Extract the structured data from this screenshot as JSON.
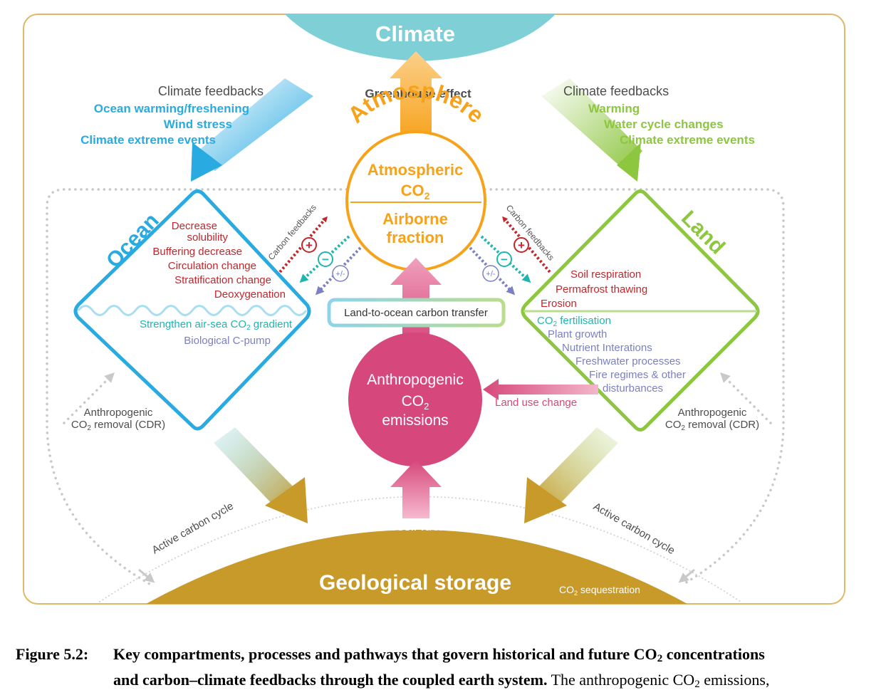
{
  "climate": {
    "title": "Climate"
  },
  "greenhouse": "Greenhouse effect",
  "atmosphere": {
    "arc_label": "Atmosphere",
    "co2_line1": "Atmospheric",
    "co2_line2": "CO",
    "co2_sub": "2",
    "airborne_line1": "Airborne",
    "airborne_line2": "fraction"
  },
  "feedbacks_left": {
    "heading": "Climate feedbacks",
    "items": [
      "Ocean warming/freshening",
      "Wind stress",
      "Climate extreme events"
    ]
  },
  "feedbacks_right": {
    "heading": "Climate feedbacks",
    "items": [
      "Warming",
      "Water cycle changes",
      "Climate extreme events"
    ]
  },
  "ocean": {
    "title": "Ocean",
    "red_items": [
      "Decrease",
      "solubility",
      "Buffering decrease",
      "Circulation change",
      "Stratification change",
      "Deoxygenation"
    ],
    "gradient_prefix": "Strengthen air-sea CO",
    "gradient_sub": "2",
    "gradient_suffix": " gradient",
    "pump": "Biological C-pump"
  },
  "land": {
    "title": "Land",
    "red_items": [
      "Soil respiration",
      "Permafrost thawing",
      "Erosion"
    ],
    "fert_prefix": "CO",
    "fert_sub": "2",
    "fert_suffix": " fertilisation",
    "purple_items": [
      "Plant growth",
      "Nutrient Interations",
      "Freshwater processes",
      "Fire regimes & other",
      "disturbances"
    ]
  },
  "carbon_feedbacks_label": "Carbon feedbacks",
  "feedback_symbols": {
    "plus": "+",
    "minus": "−",
    "plusminus": "+/-"
  },
  "transfer": "Land-to-ocean carbon transfer",
  "emissions": {
    "line1": "Anthropogenic",
    "line2": "CO",
    "sub": "2",
    "line3": "emissions"
  },
  "land_use": "Land use change",
  "cdr_left": {
    "line1": "Anthropogenic",
    "line2a": "CO",
    "sub": "2",
    "line2b": " removal (CDR)"
  },
  "cdr_right": {
    "line1": "Anthropogenic",
    "line2a": "CO",
    "sub": "2",
    "line2b": " removal (CDR)"
  },
  "active_cycle": "Active carbon cycle",
  "fossil": "Fossil fuels",
  "geological": "Geological storage",
  "sequestration": {
    "prefix": "CO",
    "sub": "2",
    "suffix": " sequestration"
  },
  "caption": {
    "label": "Figure 5.2:",
    "bold_line1_a": "Key compartments, processes and pathways that govern historical and future CO",
    "bold_line1_sub": "2",
    "bold_line1_b": " concentrations",
    "bold_line2": "and carbon–climate feedbacks through the coupled earth system.",
    "normal_line2_a": " The anthropogenic CO",
    "normal_line2_sub": "2",
    "normal_line2_b": " emissions,"
  },
  "colors": {
    "ocean": "#29abe2",
    "land": "#8dc63f",
    "atmosphere": "#f7a21b",
    "emissions": "#d6487b",
    "geological": "#c79a2a",
    "climate": "#7ed0d6",
    "feedback_red": "#c1272d",
    "feedback_purple": "#7b7fc4",
    "feedback_teal": "#1fb6b0"
  }
}
